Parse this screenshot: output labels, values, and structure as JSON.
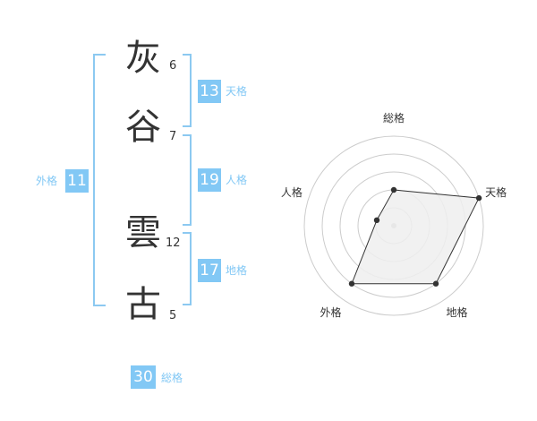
{
  "name_chars": [
    {
      "char": "灰",
      "strokes": "6"
    },
    {
      "char": "谷",
      "strokes": "7"
    },
    {
      "char": "雲",
      "strokes": "12"
    },
    {
      "char": "古",
      "strokes": "5"
    }
  ],
  "fortunes": {
    "tenkaku": {
      "value": "13",
      "label": "天格"
    },
    "jinkaku": {
      "value": "19",
      "label": "人格"
    },
    "chikaku": {
      "value": "17",
      "label": "地格"
    },
    "gaikaku": {
      "value": "11",
      "label": "外格"
    },
    "soukaku": {
      "value": "30",
      "label": "総格"
    }
  },
  "radar": {
    "axes": [
      "総格",
      "天格",
      "地格",
      "外格",
      "人格"
    ],
    "values": [
      2,
      5,
      4,
      4,
      1
    ],
    "max": 5,
    "colors": {
      "grid": "#cccccc",
      "fill": "#eeeeee",
      "line": "#333333",
      "point": "#333333",
      "center": "#bbbbbb"
    }
  }
}
